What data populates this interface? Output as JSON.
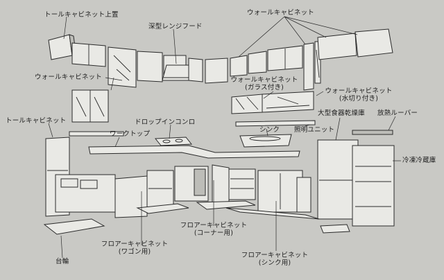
{
  "labels": {
    "tall_cabinet_top": "トールキャビネット上置",
    "deep_range_hood": "深型レンジフード",
    "wall_cabinet_top": "ウォールキャビネット",
    "wall_cabinet_left": "ウォールキャビネット",
    "wall_cabinet_glass_line1": "ウォールキャビネット",
    "wall_cabinet_glass_line2": "(ガラス付き)",
    "wall_cabinet_drain_line1": "ウォールキャビネット",
    "wall_cabinet_drain_line2": "(水切り付き)",
    "tall_cabinet": "トールキャビネット",
    "drop_in_stove": "ドロップインコンロ",
    "worktop": "ワークトップ",
    "sink": "シンク",
    "lighting_unit": "照明ユニット",
    "dish_dryer": "大型食器乾燥庫",
    "heat_louver": "放熱ルーバー",
    "refrigerator": "冷凍冷蔵庫",
    "floor_cabinet_corner_line1": "フロアーキャビネット",
    "floor_cabinet_corner_line2": "(コーナー用)",
    "floor_cabinet_wagon_line1": "フロアーキャビネット",
    "floor_cabinet_wagon_line2": "(ワゴン用)",
    "floor_cabinet_sink_line1": "フロアーキャビネット",
    "floor_cabinet_sink_line2": "(シンク用)",
    "base": "台輪"
  }
}
